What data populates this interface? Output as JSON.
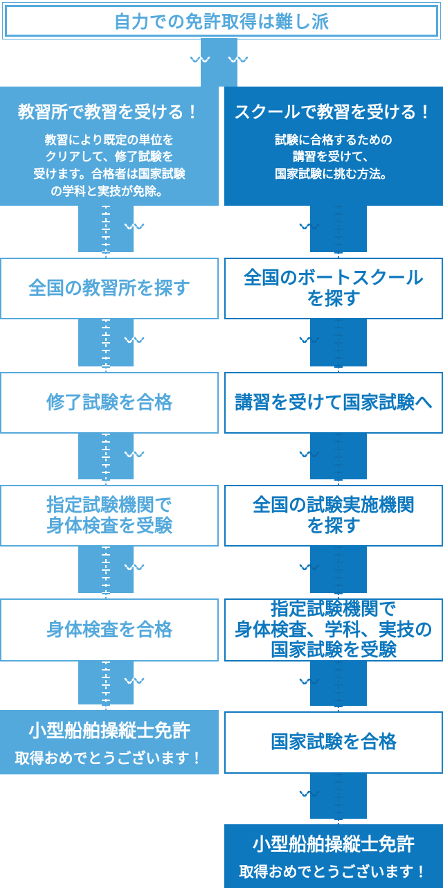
{
  "colors": {
    "light_blue": "#54A9DC",
    "dark_blue": "#0E78BE",
    "background": "#FFFFFF",
    "box_background": "#FFFFFF",
    "box_text_on_fill": "#FFFFFF"
  },
  "decor": {
    "arrow_icon": "dotted-double-chevron-down",
    "connector_style": "stitched-ribbon"
  },
  "flow_title": "自力での免許取得は難し派",
  "left_column": {
    "header": {
      "title": "教習所で教習を受ける！",
      "description": "教習により既定の単位を\nクリアして、修了試験を\n受けます。合格者は国家試験\nの学科と実技が免除。"
    },
    "steps": [
      {
        "label": "全国の教習所を探す"
      },
      {
        "label": "修了試験を合格"
      },
      {
        "label": "指定試験機関で\n身体検査を受験"
      },
      {
        "label": "身体検査を合格"
      }
    ],
    "goal": {
      "line1": "小型船舶操縦士免許",
      "line2": "取得おめでとうございます！"
    }
  },
  "right_column": {
    "header": {
      "title": "スクールで教習を受ける！",
      "description": "試験に合格するための\n講習を受けて、\n国家試験に挑む方法。"
    },
    "steps": [
      {
        "label": "全国のボートスクール\nを探す"
      },
      {
        "label": "講習を受けて国家試験へ"
      },
      {
        "label": "全国の試験実施機関\nを探す"
      },
      {
        "label": "指定試験機関で\n身体検査、学科、実技の\n国家試験を受験"
      },
      {
        "label": "国家試験を合格"
      }
    ],
    "goal": {
      "line1": "小型船舶操縦士免許",
      "line2": "取得おめでとうございます！"
    }
  }
}
